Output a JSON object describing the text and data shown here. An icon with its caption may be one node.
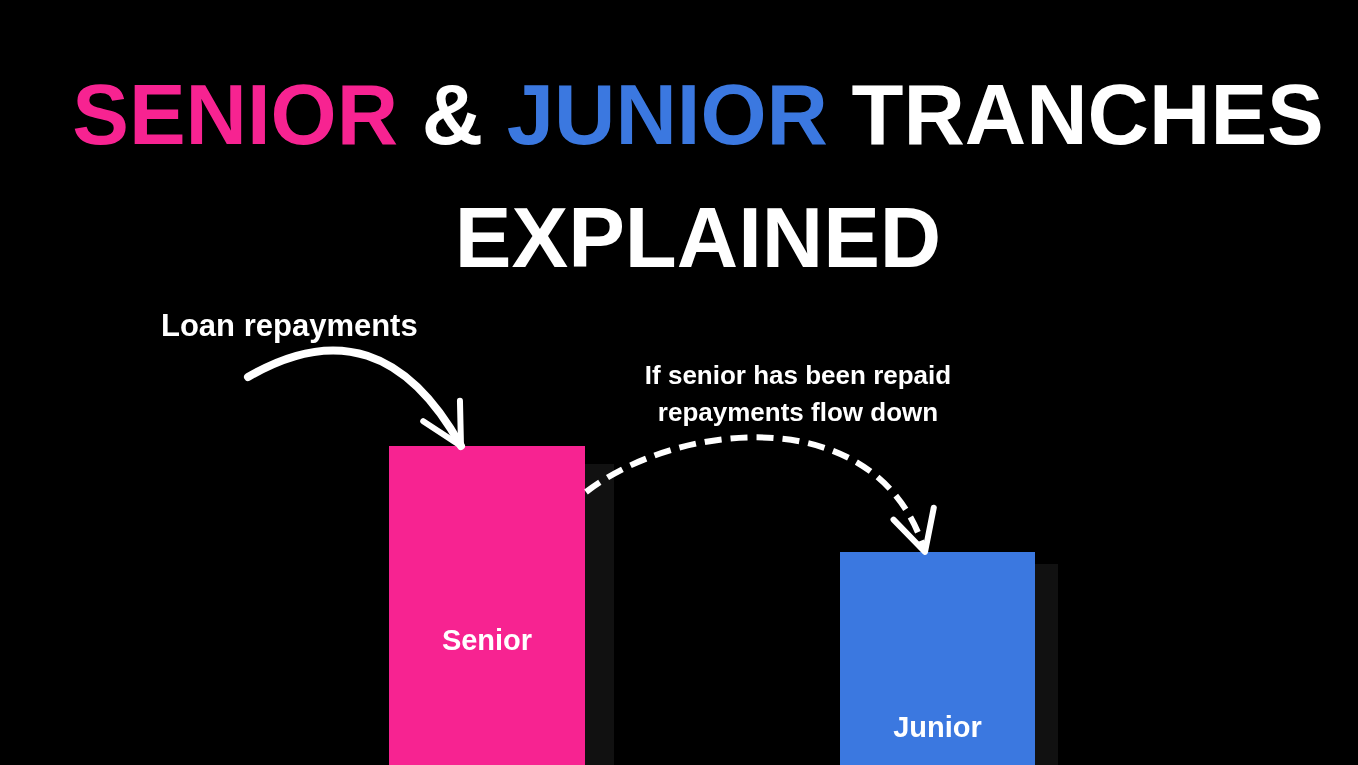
{
  "diagram": {
    "title": "SENIOR & JUNIOR TRANCHES EXPLAINED",
    "nodes": [
      {
        "text": [
          "Loan repayments"
        ]
      },
      {
        "text": [
          "Senior"
        ]
      },
      {
        "text": [
          "Junior"
        ]
      }
    ],
    "edges": [
      {
        "from": 0,
        "to": 1,
        "arrow": "to"
      },
      {
        "from": 1,
        "to": 2,
        "arrow": "to",
        "label": "If senior has been repaid repayments flow down",
        "style": "dashed"
      }
    ]
  }
}
